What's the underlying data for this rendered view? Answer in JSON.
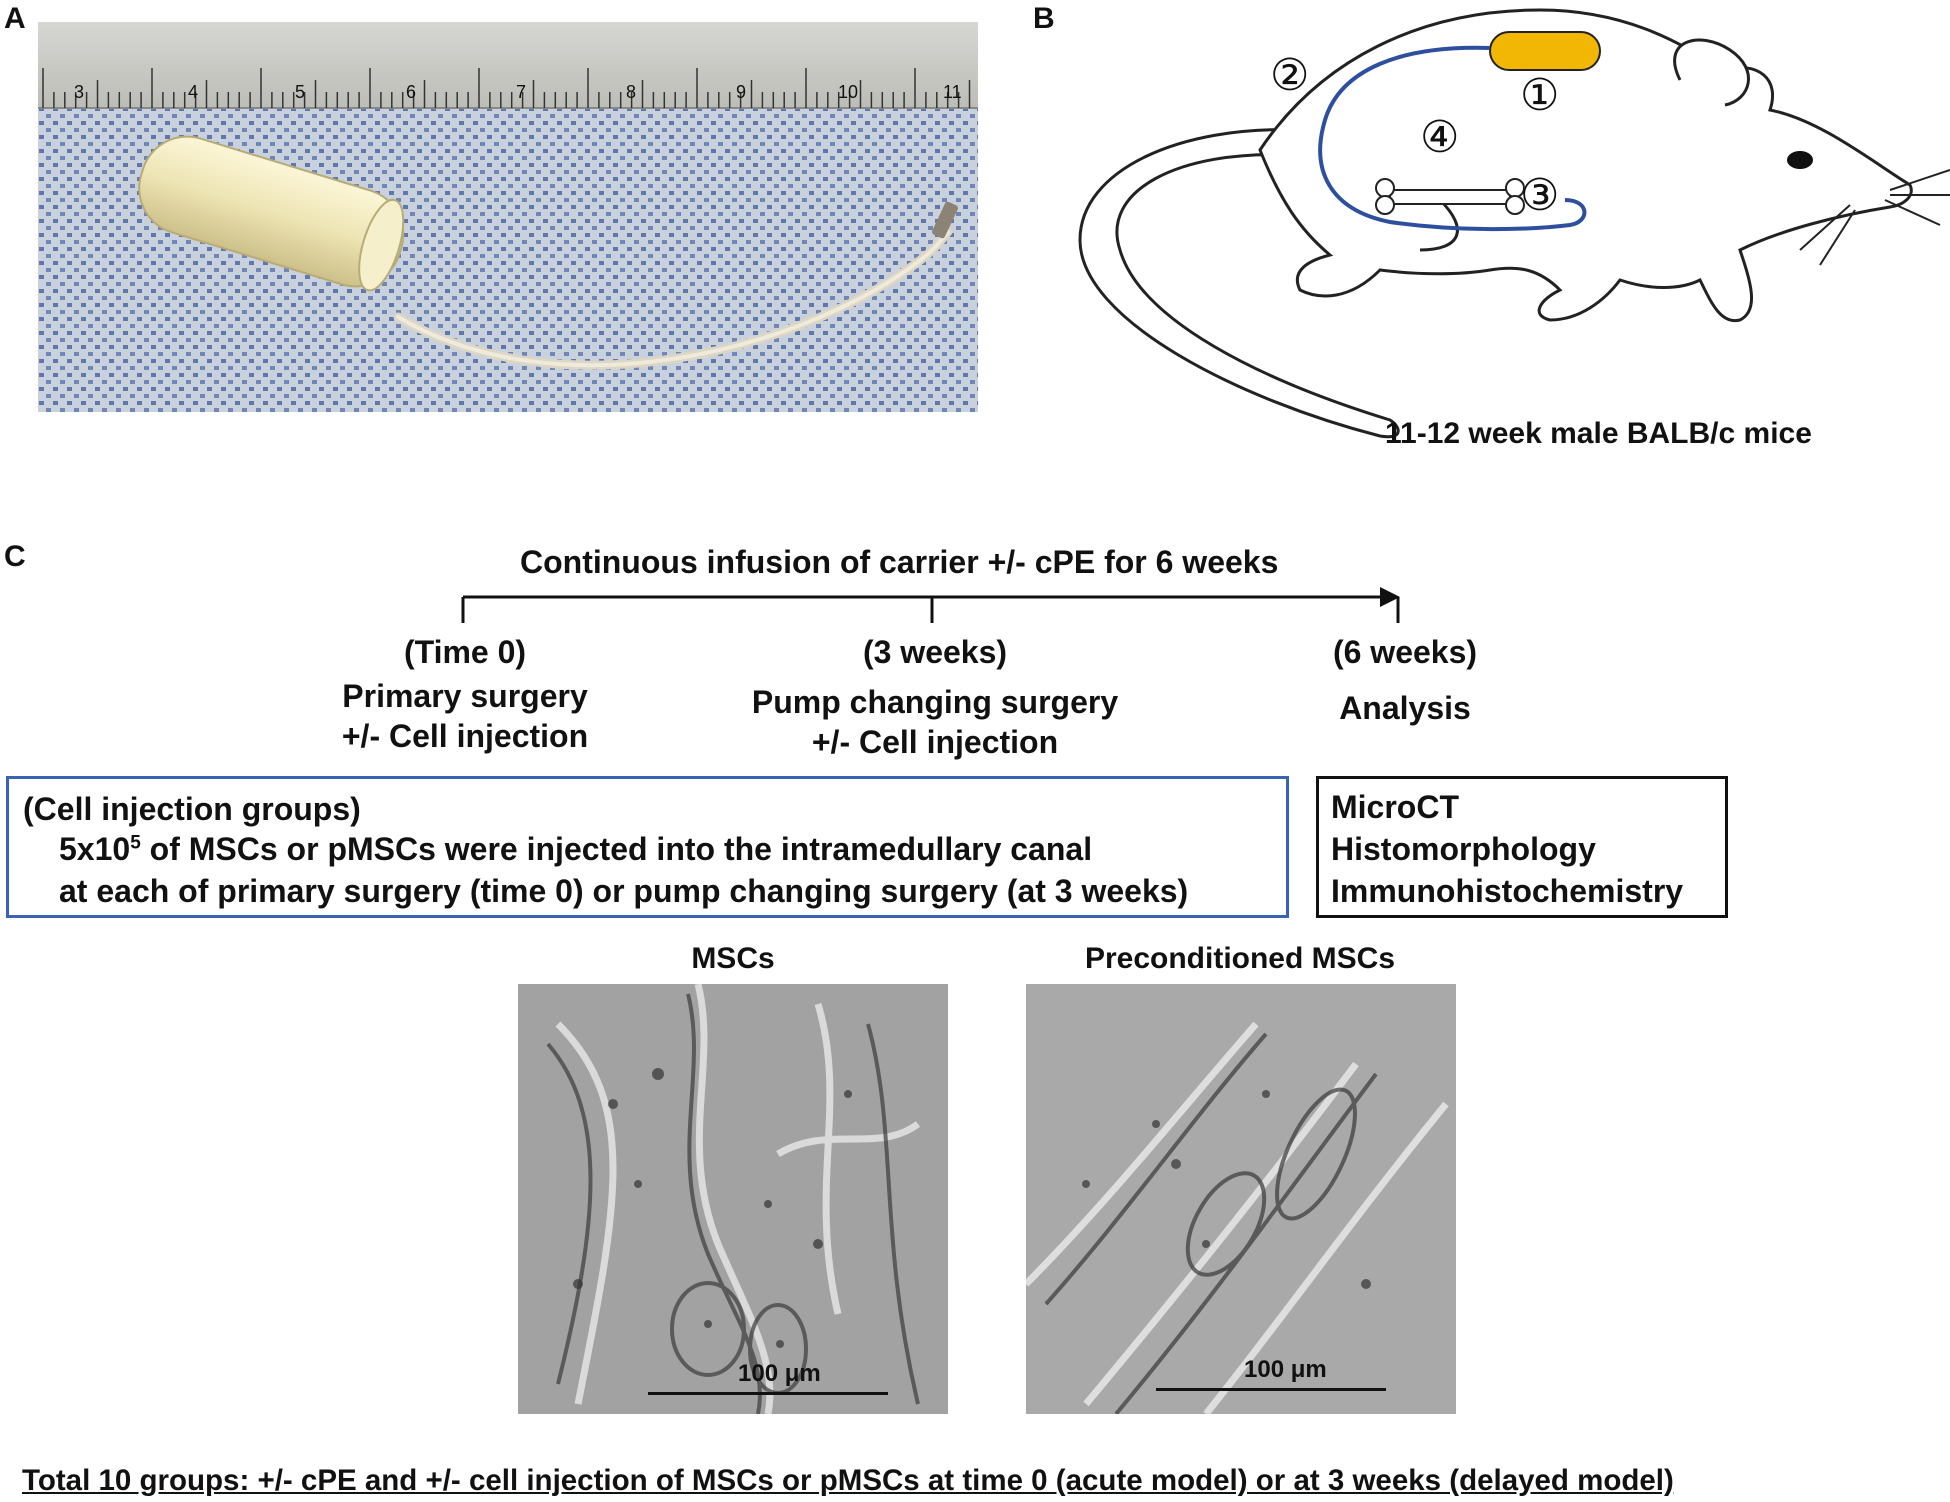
{
  "panels": {
    "a": {
      "letter": "A",
      "ruler_numbers": [
        "3",
        "4",
        "5",
        "6",
        "7",
        "8",
        "9",
        "10",
        "11"
      ]
    },
    "b": {
      "letter": "B",
      "markers": [
        "②",
        "①",
        "④",
        "③"
      ],
      "caption": "11-12 week male BALB/c mice"
    },
    "c": {
      "letter": "C",
      "timeline_title": "Continuous infusion of carrier +/- cPE for 6 weeks",
      "time0": {
        "when": "(Time 0)",
        "line1": "Primary surgery",
        "line2": "+/- Cell injection"
      },
      "week3": {
        "when": "(3 weeks)",
        "line1": "Pump changing surgery",
        "line2": "+/- Cell injection"
      },
      "week6": {
        "when": "(6 weeks)",
        "line1": "Analysis"
      },
      "injection_box": {
        "title": "(Cell injection groups)",
        "line1_pre": "5x10",
        "line1_sup": "5",
        "line1_post": " of MSCs or pMSCs were injected into the intramedullary canal",
        "line2": "at each of primary surgery (time 0) or pump changing surgery (at 3 weeks)"
      },
      "analysis_box": [
        "MicroCT",
        "Histomorphology",
        "Immunohistochemistry"
      ],
      "micro_left": {
        "title": "MSCs",
        "scale": "100 μm"
      },
      "micro_right": {
        "title": "Preconditioned MSCs",
        "scale": "100 μm"
      },
      "footer": "Total 10 groups: +/- cPE and +/- cell injection of MSCs or pMSCs at time 0 (acute model) or at 3 weeks (delayed model)"
    }
  },
  "colors": {
    "pump": "#f2b705",
    "catheter": "#2d4f9e",
    "box_blue": "#3a63b5"
  }
}
